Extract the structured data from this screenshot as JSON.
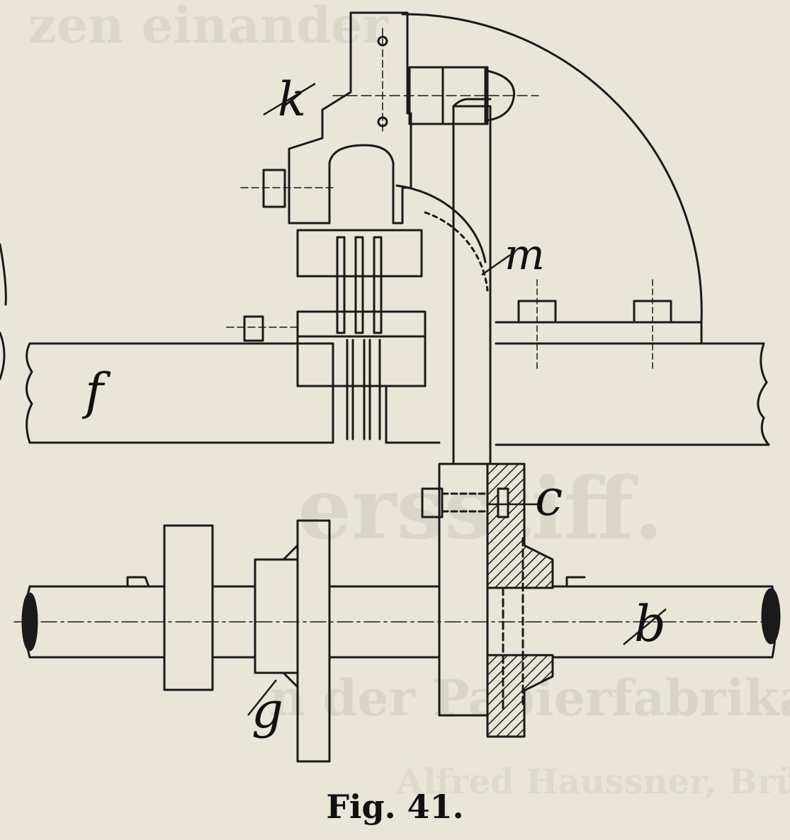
{
  "figure": {
    "caption": "Fig. 41.",
    "labels": {
      "k": "k",
      "m": "m",
      "f": "f",
      "c": "c",
      "b": "b",
      "g": "g"
    }
  },
  "colors": {
    "paper": "#e9e6d8",
    "ink": "#1a1a1a",
    "bleed": "#cfcbbd"
  }
}
